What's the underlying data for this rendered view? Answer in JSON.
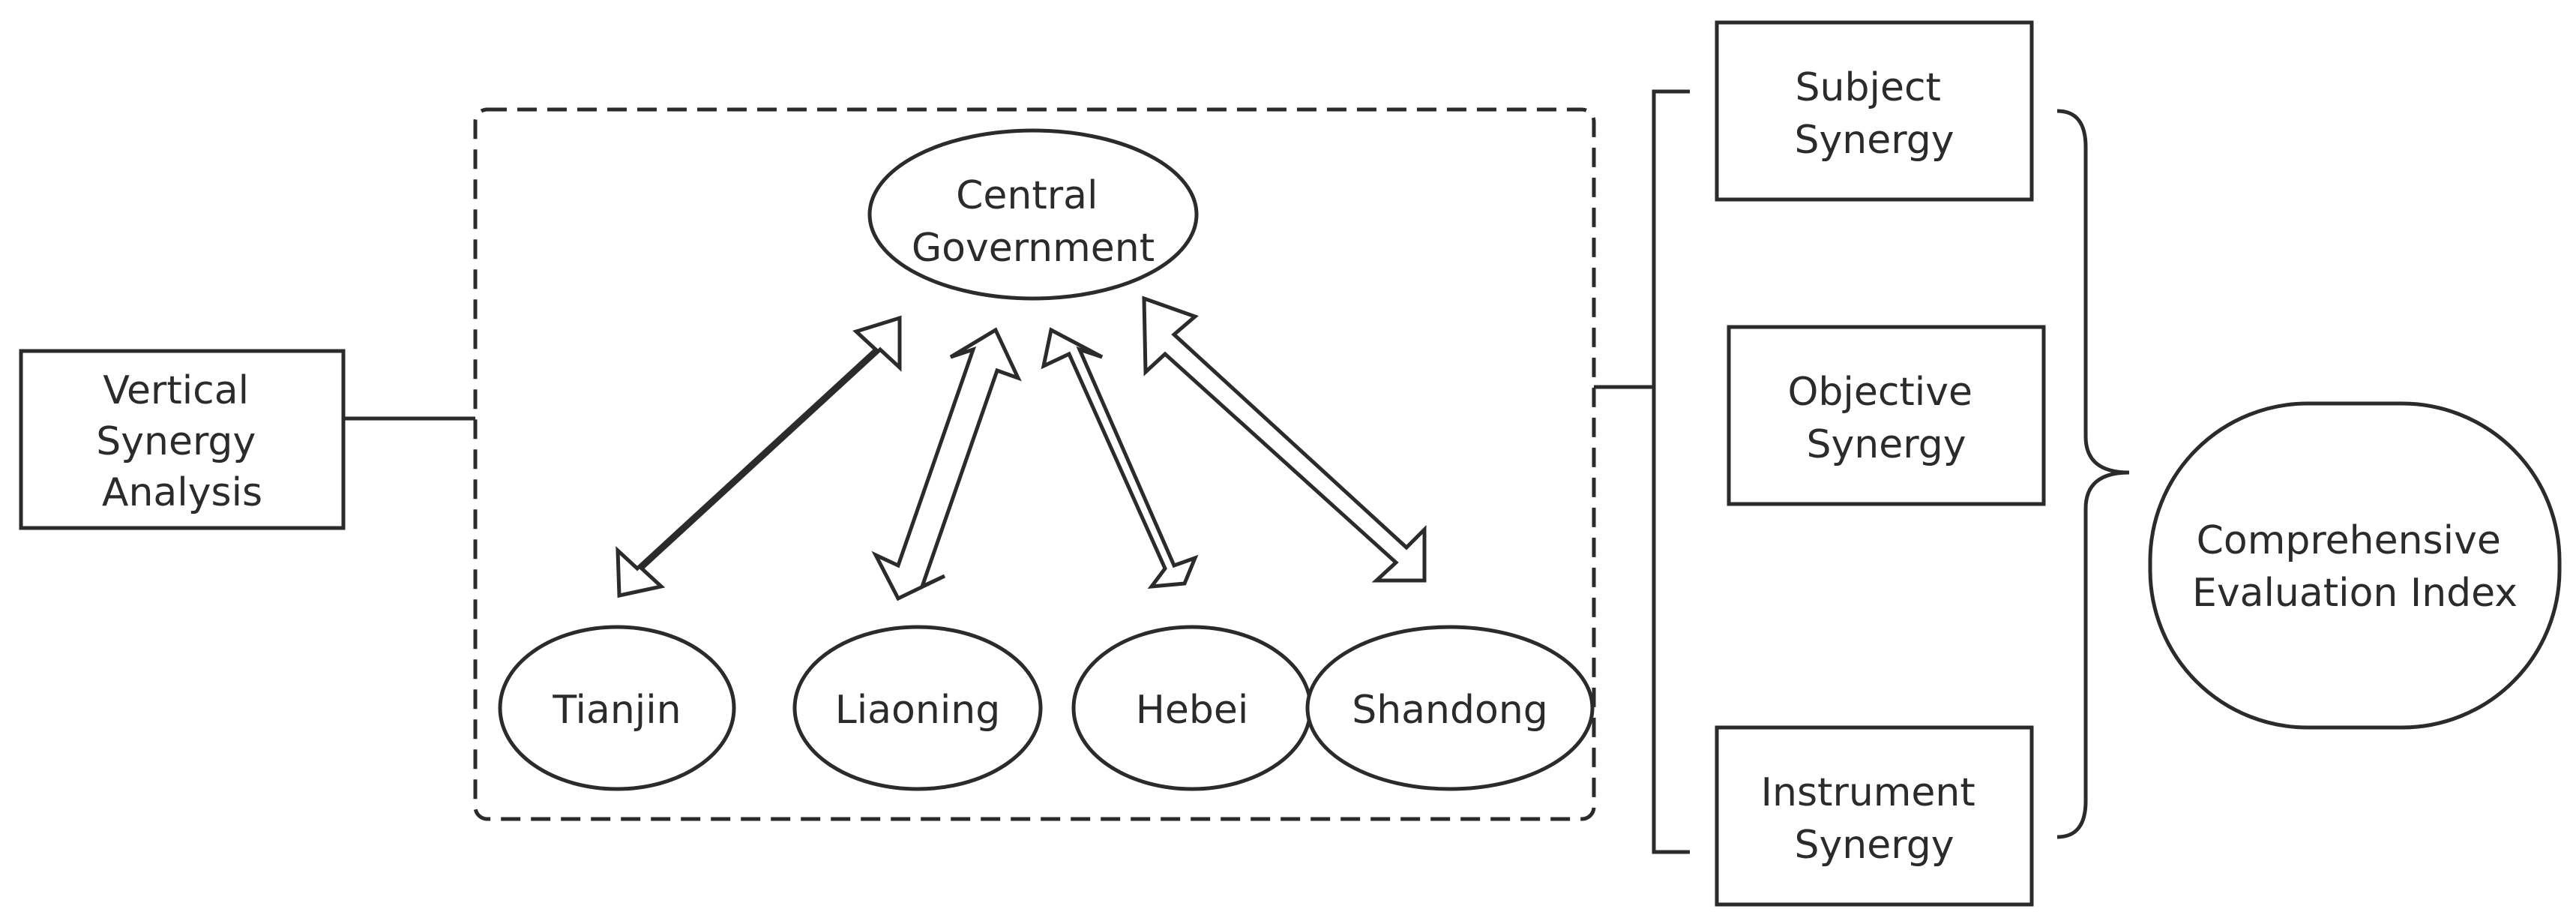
{
  "left_box": {
    "lines": [
      "Vertical",
      "Synergy",
      "Analysis"
    ]
  },
  "central": {
    "lines": [
      "Central",
      "Government"
    ]
  },
  "regions": [
    "Tianjin",
    "Liaoning",
    "Hebei",
    "Shandong"
  ],
  "synergies": [
    {
      "lines": [
        "Subject",
        "Synergy"
      ]
    },
    {
      "lines": [
        "Objective",
        "Synergy"
      ]
    },
    {
      "lines": [
        "Instrument",
        "Synergy"
      ]
    }
  ],
  "result": {
    "lines": [
      "Comprehensive",
      "Evaluation Index"
    ]
  },
  "colors": {
    "stroke": "#2b2b2b",
    "text": "#2b2b2b",
    "background": "#ffffff"
  }
}
